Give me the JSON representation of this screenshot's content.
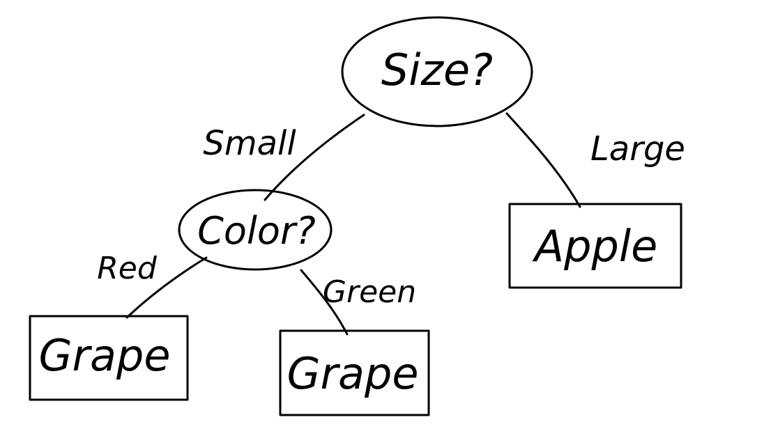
{
  "diagram": {
    "ink_color": "#000000",
    "background_color": "#ffffff",
    "nodes": {
      "size_question": "Size?",
      "color_question": "Color?",
      "apple_leaf": "Apple",
      "grape_leaf_red": "Grape",
      "grape_leaf_green": "Grape"
    },
    "edges": {
      "small": "Small",
      "large": "Large",
      "red": "Red",
      "green": "Green"
    }
  }
}
